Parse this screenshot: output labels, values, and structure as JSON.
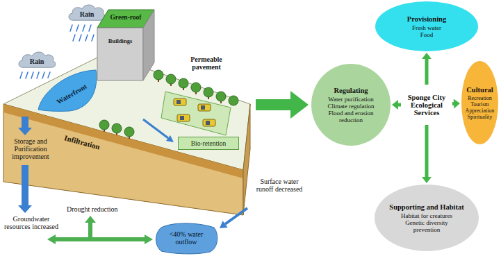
{
  "diagram": {
    "nodes": [
      {
        "text": [
          "Rain"
        ]
      },
      {
        "text": [
          "Rain"
        ]
      },
      {
        "text": [
          "Green-roof",
          "Buildings"
        ]
      },
      {
        "text": [
          "Waterfront"
        ]
      },
      {
        "text": [
          "Bio-retention"
        ]
      },
      {
        "text": [
          "<40% water outflow"
        ]
      },
      {
        "text": [
          "Provisioning",
          "Fresh water Food"
        ]
      },
      {
        "text": [
          "Regulating",
          "Water purification Climate regulation Flood and erosion reduction"
        ]
      },
      {
        "text": [
          "Sponge City Ecological Services"
        ]
      },
      {
        "text": [
          "Cultural",
          "Recreation Tourism Appreciation Spirituality"
        ]
      },
      {
        "text": [
          "Supporting and Habitat",
          "Habitat for creatures Genetic diversity prevention"
        ]
      }
    ],
    "edges": [
      {
        "from": 8,
        "to": 6,
        "arrow": "to"
      },
      {
        "from": 8,
        "to": 7,
        "arrow": "to"
      },
      {
        "from": 8,
        "to": 9,
        "arrow": "to"
      },
      {
        "from": 8,
        "to": 10,
        "arrow": "to"
      }
    ],
    "labels": [
      "Permeable pavement",
      "Infiltration",
      "Storage and Purification improvement",
      "Groundwater resources increased",
      "Drought reduction",
      "Surface water runoff decreased"
    ]
  }
}
